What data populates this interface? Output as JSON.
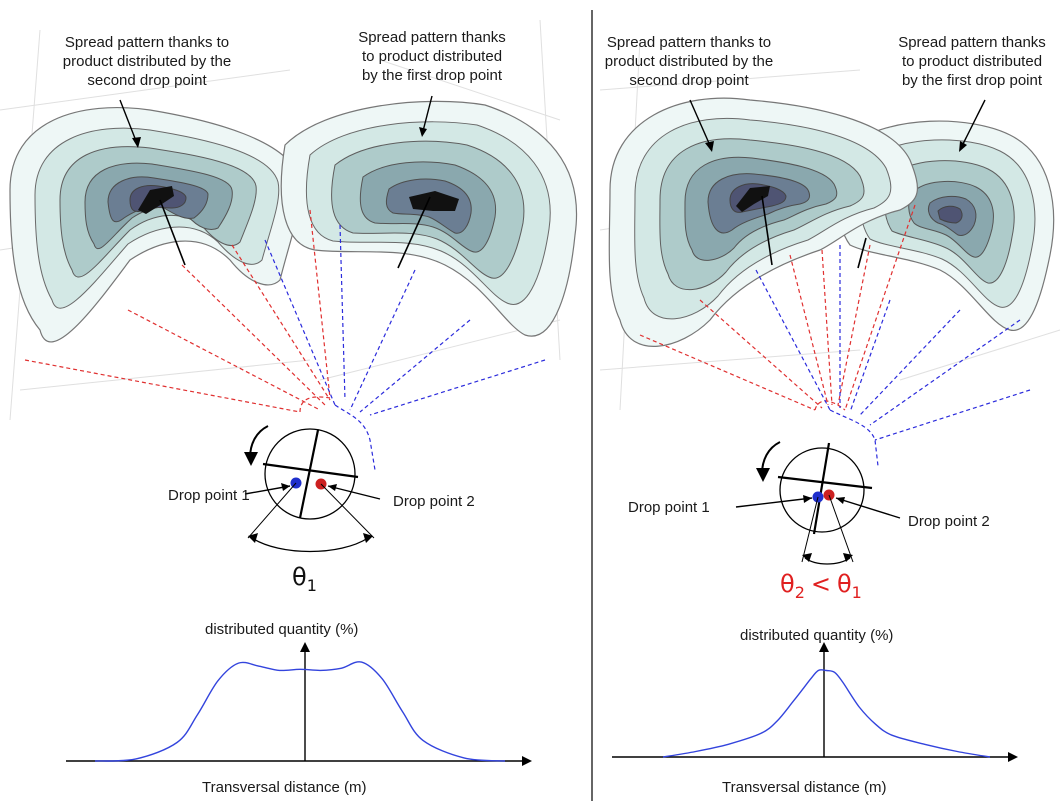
{
  "colors": {
    "red_series": "#e03030",
    "blue_series": "#2b2bdc",
    "profile_line": "#3344dd",
    "theta_red": "#e02020",
    "contour_light": "#e8f4f2",
    "contour_dark": "#5a5a78"
  },
  "panels": [
    {
      "callout_second": [
        "Spread pattern thanks to",
        "product distributed by the",
        "second drop point"
      ],
      "callout_first": [
        "Spread pattern thanks",
        "to product distributed",
        "by the first drop point"
      ],
      "drop_point_1": "Drop point 1",
      "drop_point_2": "Drop point 2",
      "angle_symbol": "θ",
      "angle_sub": "1",
      "chart_ylabel": "distributed quantity (%)",
      "chart_xlabel": "Transversal distance (m)"
    },
    {
      "callout_second": [
        "Spread pattern thanks to",
        "product distributed by the",
        "second drop point"
      ],
      "callout_first": [
        "Spread pattern thanks",
        "to product distributed",
        "by the first drop point"
      ],
      "drop_point_1": "Drop point 1",
      "drop_point_2": "Drop point 2",
      "angle_symbol": "θ",
      "angle_sub": "2",
      "angle_rel": "<",
      "angle_symbol_b": "θ",
      "angle_sub_b": "1",
      "chart_ylabel": "distributed quantity (%)",
      "chart_xlabel": "Transversal distance (m)"
    }
  ],
  "chart_data": [
    {
      "type": "line",
      "title": "",
      "xlabel": "Transversal distance (m)",
      "ylabel": "distributed quantity (%)",
      "x": [
        -10,
        -8,
        -6,
        -5,
        -4,
        -3,
        -2,
        -1,
        0,
        1,
        2,
        3,
        4,
        5,
        6,
        8,
        10
      ],
      "series": [
        {
          "values": [
            0,
            2,
            18,
            45,
            78,
            95,
            92,
            88,
            89,
            88,
            90,
            96,
            80,
            48,
            20,
            3,
            0
          ]
        }
      ],
      "grid": false
    },
    {
      "type": "line",
      "title": "",
      "xlabel": "Transversal distance (m)",
      "ylabel": "distributed quantity (%)",
      "x": [
        -10,
        -8,
        -6,
        -4,
        -3,
        -2,
        -1,
        -0.5,
        0,
        0.5,
        1,
        2,
        3,
        4,
        6,
        8,
        10
      ],
      "series": [
        {
          "values": [
            0,
            6,
            14,
            26,
            40,
            62,
            85,
            95,
            95,
            93,
            82,
            55,
            36,
            24,
            14,
            6,
            0
          ]
        }
      ],
      "grid": false
    }
  ]
}
